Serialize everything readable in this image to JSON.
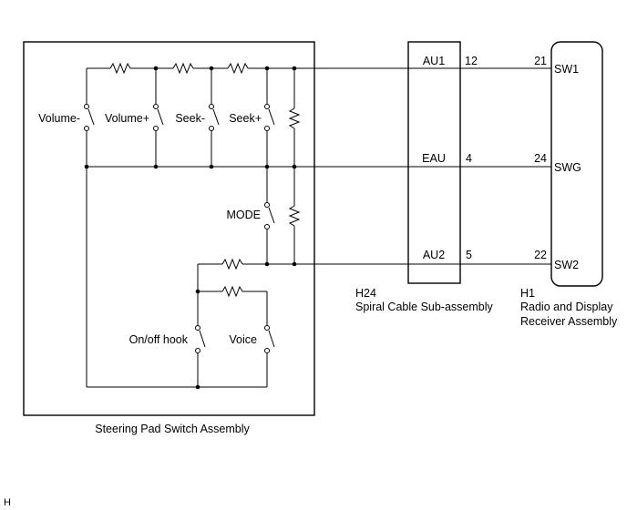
{
  "steering_pad": {
    "caption": "Steering Pad Switch Assembly",
    "switch_labels": {
      "volume_minus": "Volume-",
      "volume_plus": "Volume+",
      "seek_minus": "Seek-",
      "seek_plus": "Seek+",
      "mode": "MODE",
      "on_off_hook": "On/off hook",
      "voice": "Voice"
    }
  },
  "spiral_cable": {
    "code": "H24",
    "name": "Spiral Cable Sub-assembly",
    "pins": [
      {
        "label": "AU1",
        "number": "12"
      },
      {
        "label": "EAU",
        "number": "4"
      },
      {
        "label": "AU2",
        "number": "5"
      }
    ]
  },
  "radio": {
    "code": "H1",
    "name_line1": "Radio and Display",
    "name_line2": "Receiver Assembly",
    "pins": [
      {
        "label": "SW1",
        "number": "21"
      },
      {
        "label": "SWG",
        "number": "24"
      },
      {
        "label": "SW2",
        "number": "22"
      }
    ]
  },
  "corner_mark": "H"
}
